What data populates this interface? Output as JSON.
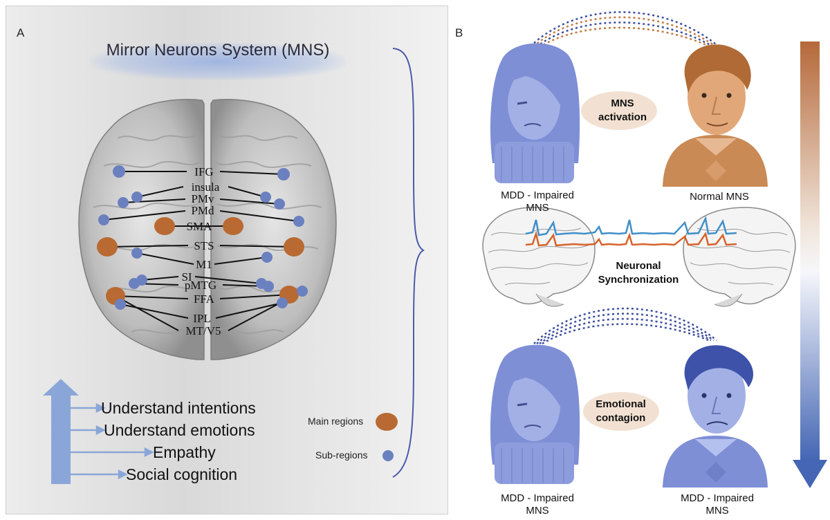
{
  "panel_a": {
    "letter": "A",
    "title": "Mirror Neurons System (MNS)",
    "regions": [
      "IFG",
      "insula",
      "PMv",
      "PMd",
      "SMA",
      "STS",
      "M1",
      "SI",
      "pMTG",
      "FFA",
      "IPL",
      "MT/V5"
    ],
    "functions": [
      "Understand intentions",
      "Understand emotions",
      "Empathy",
      "Social cognition"
    ],
    "legend": {
      "main": "Main regions",
      "sub": "Sub-regions"
    }
  },
  "panel_b": {
    "letter": "B",
    "top_left_caption": "MDD - Impaired MNS",
    "top_right_caption": "Normal MNS",
    "mns_activation": "MNS activation",
    "neuronal_sync": "Neuronal Synchronization",
    "emotional_contagion": "Emotional contagion",
    "bottom_left_caption": "MDD - Impaired MNS",
    "bottom_right_caption": "MDD - Impaired MNS"
  },
  "colors": {
    "main_region": "#b86a32",
    "sub_region": "#6b80bf",
    "impaired_person": "#7e8fd6",
    "normal_person": "#c98a55",
    "arrow_blue": "#8aa6d8",
    "brace": "#4a5aa8"
  }
}
